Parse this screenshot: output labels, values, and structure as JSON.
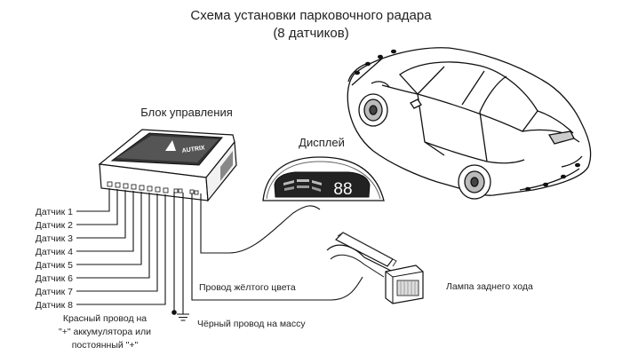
{
  "title": {
    "line1": "Схема установки парковочного радара",
    "line2": "(8 датчиков)"
  },
  "control_unit": {
    "label": "Блок управления",
    "brand": "AUTRIX"
  },
  "display": {
    "label": "Дисплей",
    "readout": "88"
  },
  "sensors": [
    "Датчик 1",
    "Датчик 2",
    "Датчик 3",
    "Датчик 4",
    "Датчик 5",
    "Датчик 6",
    "Датчик 7",
    "Датчик 8"
  ],
  "wires": {
    "red_line1": "Красный провод на",
    "red_line2": "\"+\" аккумулятора или",
    "red_line3": "постоянный \"+\"",
    "black": "Чёрный провод на массу",
    "yellow": "Провод жёлтого цвета"
  },
  "reverse_lamp": {
    "label": "Лампа заднего хода"
  }
}
